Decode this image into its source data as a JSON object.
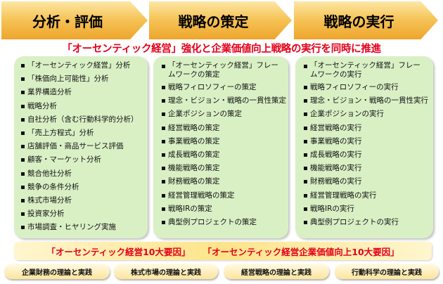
{
  "phases": [
    "分析・評価",
    "戦略の策定",
    "戦略の実行"
  ],
  "headline": "「オーセンティック経営」強化と企業価値向上戦略の実行を同時に推進",
  "columns": [
    {
      "items": [
        "「オーセンティック経営」分析",
        "「株価向上可能性」分析",
        "業界構造分析",
        "戦略分析",
        "自社分析（含む行動科学的分析）",
        "「売上方程式」分析",
        "店舗評価・商品サービス評価",
        "顧客・マーケット分析",
        "競合他社分析",
        "競争の条件分析",
        "株式市場分析",
        "投資家分析",
        "市場調査・ヒヤリング実施"
      ]
    },
    {
      "items": [
        "「オーセンティック経営」フレームワークの策定",
        "戦略フィロソフィーの策定",
        "理念・ビジョン・戦略の一貫性策定",
        "企業ポジションの策定",
        "経営戦略の策定",
        "事業戦略の策定",
        "成長戦略の策定",
        "機能戦略の策定",
        "財務戦略の策定",
        "経営管理戦略の策定",
        "戦略IRの策定",
        "典型例プロジェクトの策定"
      ]
    },
    {
      "items": [
        "「オーセンティック経営」フレームワークの実行",
        "戦略フィロソフィーの実行",
        "理念・ビジョン・戦略の一貫性実行",
        "企業ポジションの実行",
        "経営戦略の実行",
        "事業戦略の実行",
        "成長戦略の実行",
        "機能戦略の実行",
        "財務戦略の実行",
        "経営管理戦略の実行",
        "戦略IRの実行",
        "典型例プロジェクトの実行"
      ]
    }
  ],
  "factors": [
    "「オーセンティック経営10大要因」",
    "「オーセンティック経営企業価値向上10大要因」"
  ],
  "theories": [
    "企業財務の理論と実践",
    "株式市場の理論と実践",
    "経営戦略の理論と実践",
    "行動科学の理論と実践"
  ]
}
